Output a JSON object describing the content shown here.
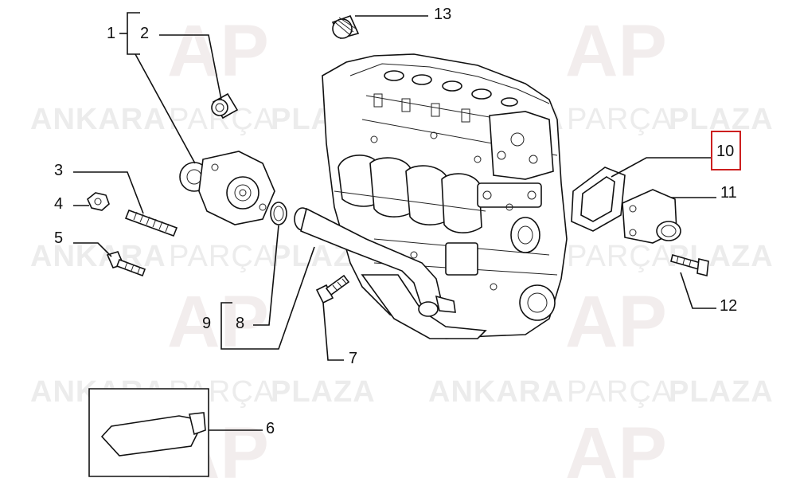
{
  "watermark": {
    "word1": "ANKARA",
    "word2": "PARÇA",
    "word3": "PLAZA",
    "logo": "AP"
  },
  "callouts": {
    "c1": "1",
    "c2": "2",
    "c3": "3",
    "c4": "4",
    "c5": "5",
    "c6": "6",
    "c7": "7",
    "c8": "8",
    "c9": "9",
    "c10": "10",
    "c11": "11",
    "c12": "12",
    "c13": "13"
  },
  "colors": {
    "highlight": "#cc1f1f",
    "ink": "#111111",
    "watermark": "#ececec"
  }
}
